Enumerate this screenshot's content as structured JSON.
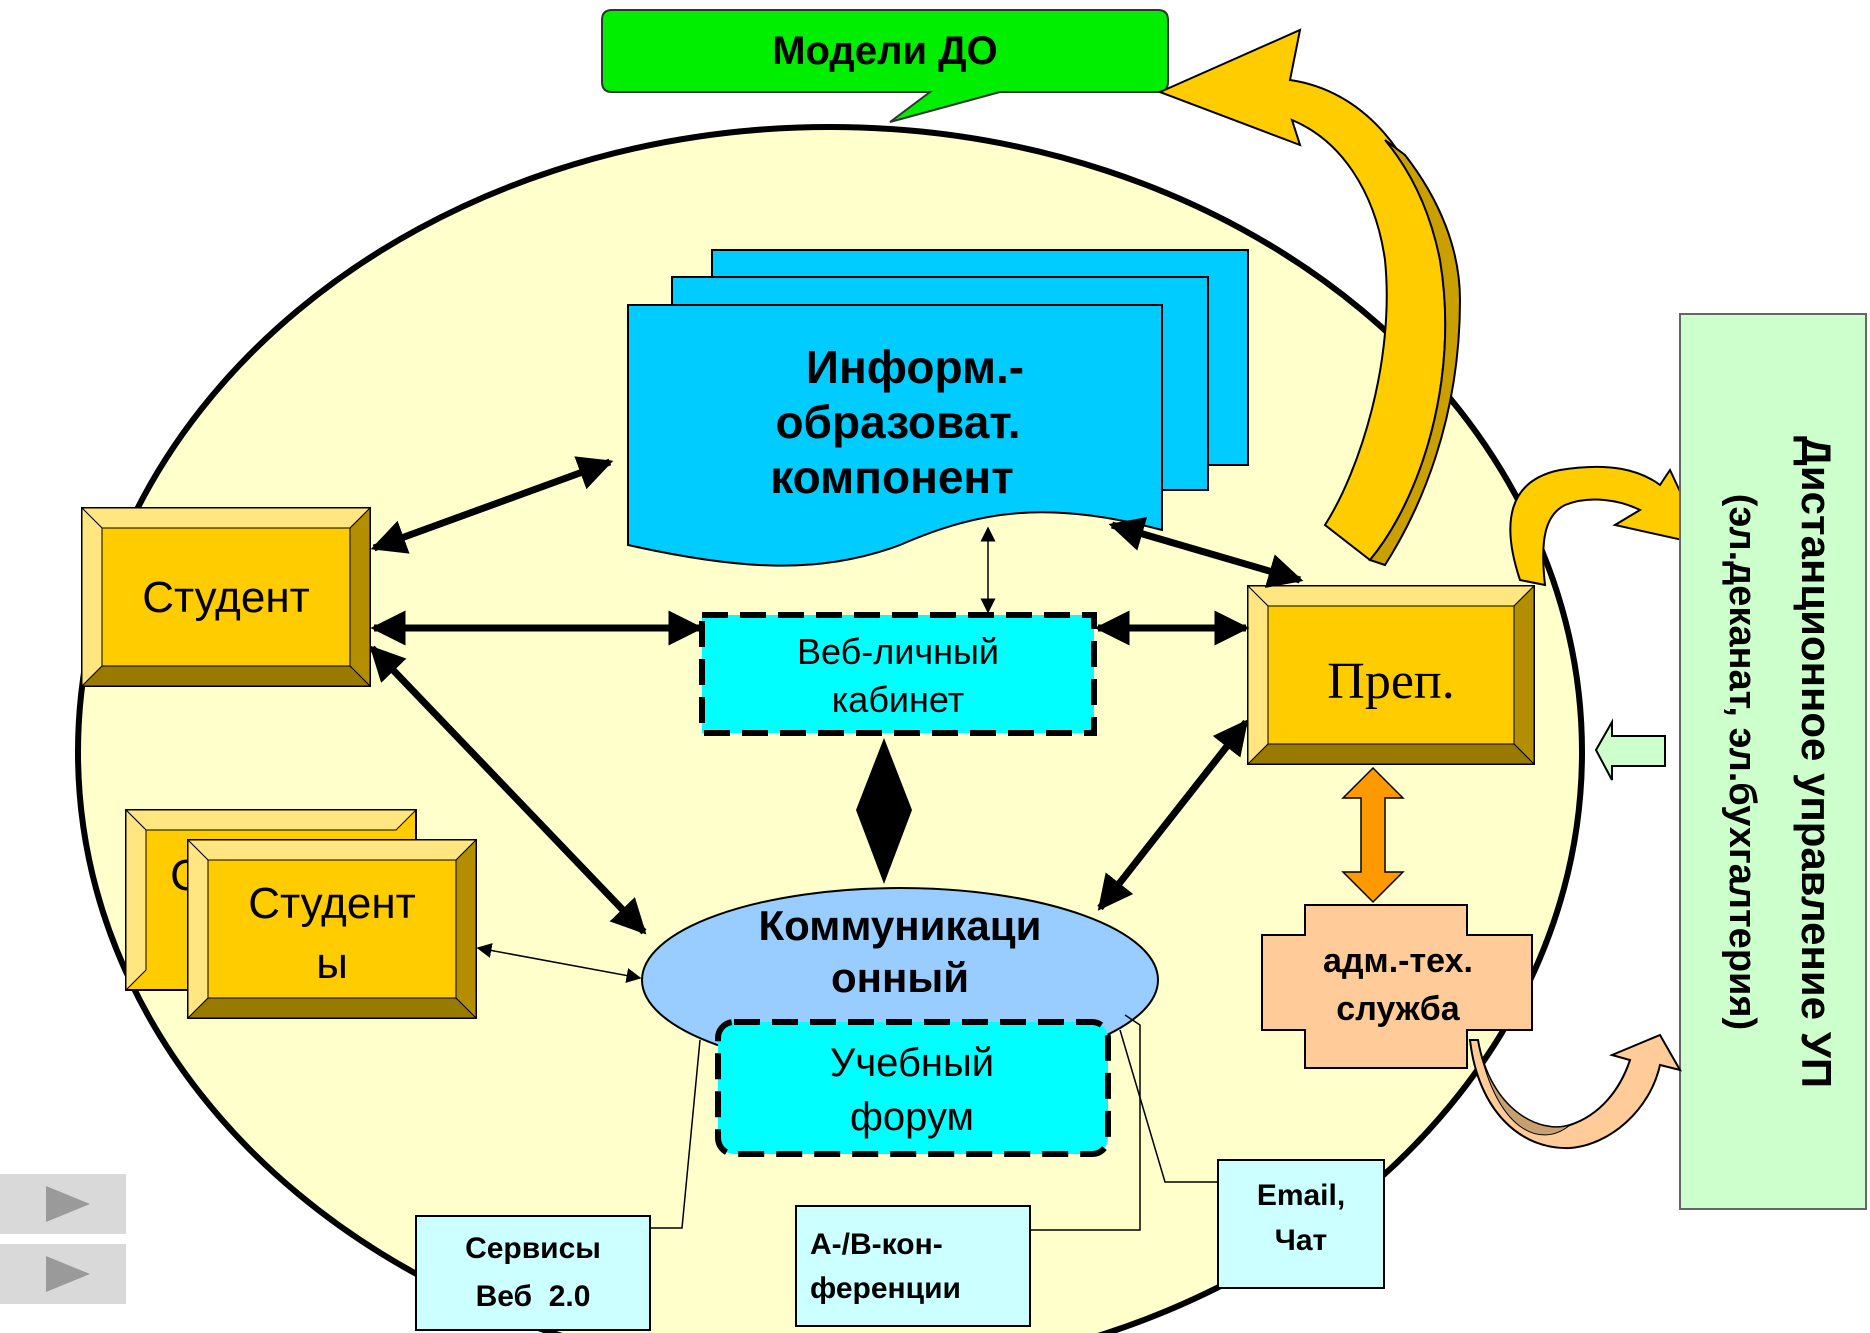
{
  "models_do": "Модели ДО",
  "info_component": {
    "line1": "Информ.-",
    "line2": "образоват.",
    "line3": "компонент"
  },
  "student": "Студент",
  "students": {
    "back_fragment": "С",
    "line1": "Студент",
    "line2": "ы"
  },
  "web_cabinet": {
    "line1": "Веб-личный",
    "line2": "кабинет"
  },
  "teacher": "Преп.",
  "communication": {
    "line1": "Коммуникаци",
    "line2": "онный"
  },
  "forum": {
    "line1": "Учебный",
    "line2": "форум"
  },
  "adm_service": {
    "line1": "адм.-тех.",
    "line2": "служба"
  },
  "services_web20": {
    "line1": "Сервисы",
    "line2": "Веб  2.0"
  },
  "av_conferences": {
    "line1": "А-/В-кон-",
    "line2": "ференции"
  },
  "email_chat": {
    "line1": "Email,",
    "line2": "Чат"
  },
  "remote_management": {
    "line1": "Дистанционное управление УП",
    "line2": "(эл.деканат, эл.бухгалтерия)"
  },
  "nav_buttons": [
    "next",
    "next"
  ],
  "colors": {
    "ellipse_fill": "#ffffcc",
    "info_fill": "#00ccff",
    "cabinet_fill": "#00ffff",
    "gold": "#ffcc00",
    "green_label": "#00ee00",
    "light_green": "#ccffcc",
    "comm_fill": "#99ccff",
    "adm_fill": "#ffcc99",
    "callout_fill": "#ccffff",
    "orange_arrow": "#ff9900"
  }
}
